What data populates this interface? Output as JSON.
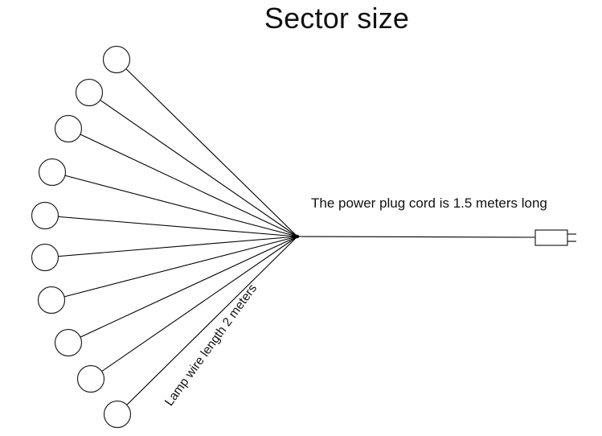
{
  "title": "Sector size",
  "labels": {
    "power_cord": "The power plug cord is 1.5 meters long",
    "lamp_wire": "Lamp wire length 2 meters"
  },
  "diagram": {
    "lamp_count": 10,
    "colors": {
      "line": "#000000",
      "lamp_stroke": "#222222",
      "lamp_fill": "#ffffff"
    }
  }
}
